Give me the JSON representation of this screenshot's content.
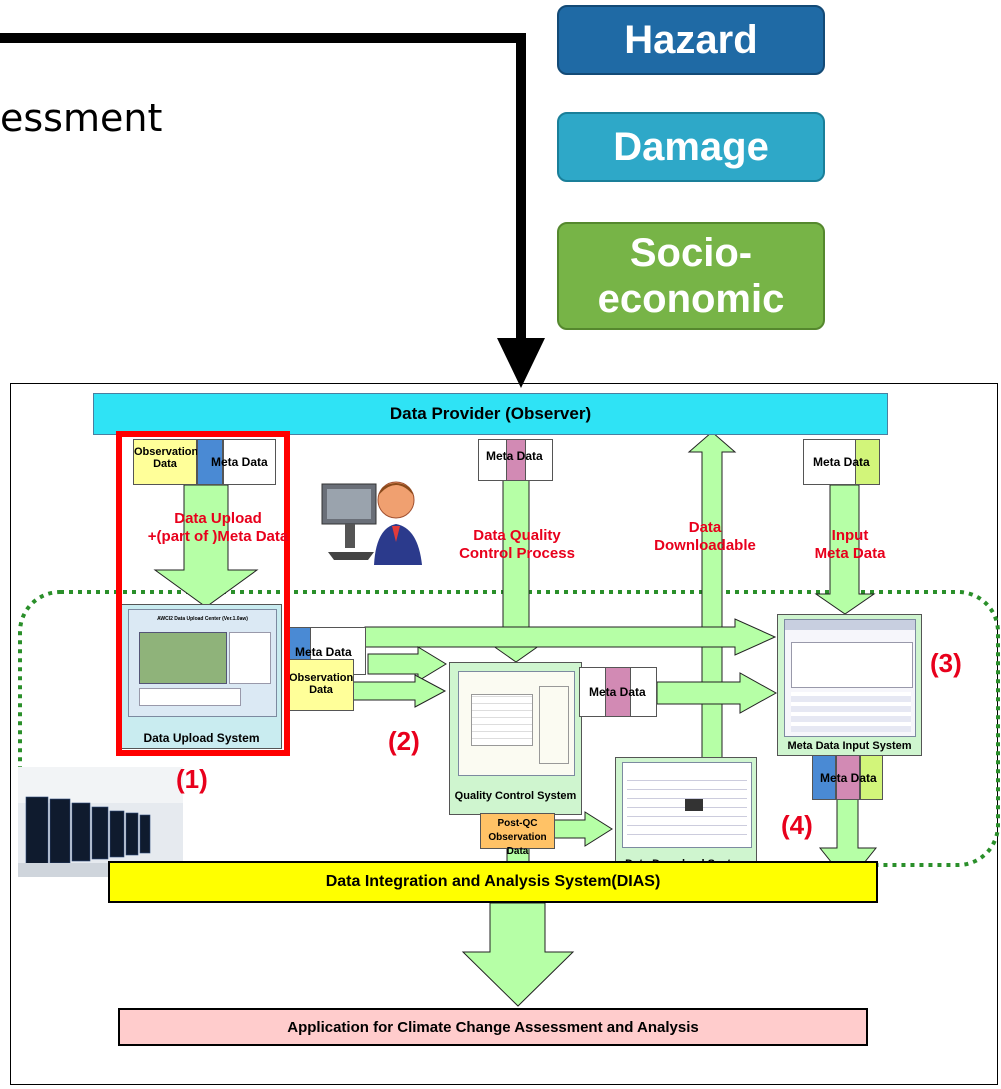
{
  "slide": {
    "title_fragment": "essment"
  },
  "legend": [
    {
      "label": "Hazard",
      "color": "#1f6aa5",
      "border": "#134a76"
    },
    {
      "label": "Damage",
      "color": "#2ea8c8",
      "border": "#1a7f99"
    },
    {
      "label": "Socio-\neconomic",
      "color": "#77b447",
      "border": "#55882e"
    }
  ],
  "bars": {
    "provider": "Data Provider (Observer)",
    "dias": "Data Integration and Analysis System(DIAS)",
    "application": "Application for Climate Change Assessment and Analysis"
  },
  "blocks": {
    "observation_data": "Observation Data",
    "meta_data": "Meta Data",
    "post_qc": "Post-QC Observation Data"
  },
  "processes": {
    "upload": "Data Upload\n+(part of )Meta Data",
    "quality": "Data Quality\nControl Process",
    "downloadable": "Data\nDownloadable",
    "input_meta": "Input\nMeta Data"
  },
  "systems": {
    "upload": "Data Upload System",
    "upload_screen_title": "AWCI2 Data Upload Center (Ver.1.0aw)",
    "quality": "Quality Control System",
    "meta_input": "Meta Data Input System",
    "download": "Data Download System"
  },
  "numbers": [
    "(1)",
    "(2)",
    "(3)",
    "(4)"
  ],
  "colors": {
    "provider": "#2fe3f5",
    "dias": "#ffff00",
    "application": "#ffcccc",
    "arrow": "#b6ffa6",
    "red": "#e8001c",
    "dashed": "#2a8f2a",
    "obs": "#ffff99",
    "post_qc": "#ffc266"
  }
}
